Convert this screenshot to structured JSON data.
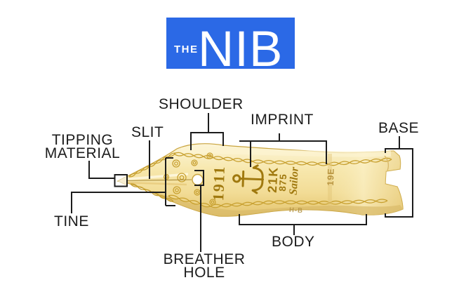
{
  "title": {
    "the": "THE",
    "nib": "NIB"
  },
  "labels": {
    "shoulder": "SHOULDER",
    "slit": "SLIT",
    "tipping_line1": "TIPPING",
    "tipping_line2": "MATERIAL",
    "imprint": "IMPRINT",
    "base": "BASE",
    "tine": "TINE",
    "breather_line1": "BREATHER",
    "breather_line2": "HOLE",
    "body": "BODY"
  },
  "nib_markings": {
    "year": "1911",
    "karat": "21K",
    "purity": "875",
    "brand": "Sailor",
    "code": "19E",
    "grade": "H-B"
  },
  "colors": {
    "title_bg": "#2B69E6",
    "title_fg": "#FFFFFF",
    "label_color": "#1C1C1C",
    "pointer": "#1C1C1C",
    "engraving": "#A0790F",
    "braid": "#C79F2E",
    "gold_light": "#FCF5D8",
    "gold_mid": "#F2DC96",
    "gold_deep": "#DFBE66",
    "gold_edge": "#C9A43E"
  }
}
